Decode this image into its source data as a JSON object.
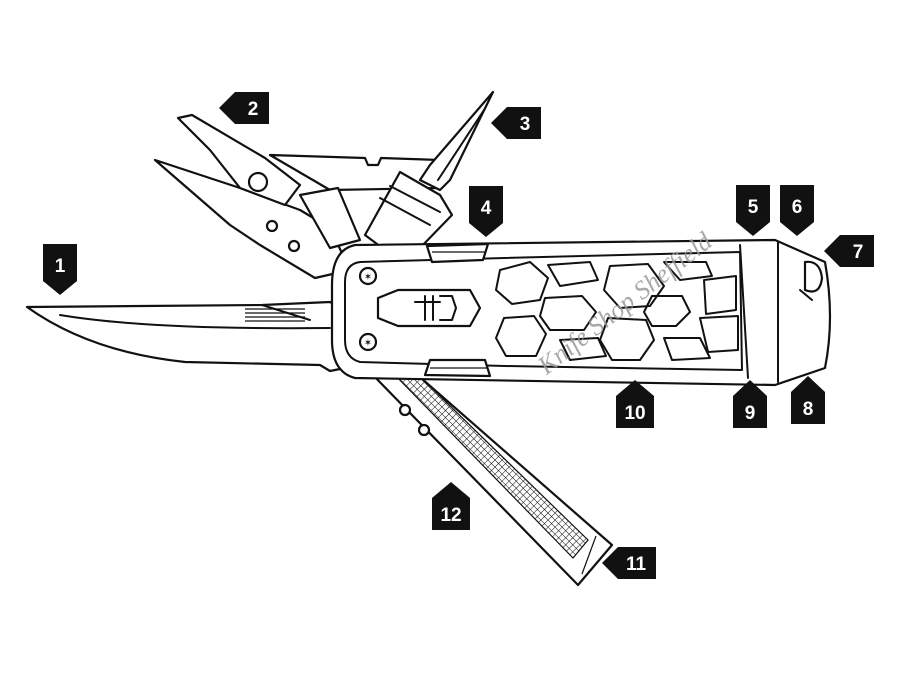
{
  "watermark": "Knife Shop Sheffield",
  "colors": {
    "line": "#111111",
    "tag_fill": "#111111",
    "tag_text": "#ffffff",
    "watermark": "#9a9a9a",
    "background": "#ffffff"
  },
  "callouts": [
    {
      "id": 1,
      "label": "1",
      "pointer": "down"
    },
    {
      "id": 2,
      "label": "2",
      "pointer": "left"
    },
    {
      "id": 3,
      "label": "3",
      "pointer": "left"
    },
    {
      "id": 4,
      "label": "4",
      "pointer": "down"
    },
    {
      "id": 5,
      "label": "5",
      "pointer": "down"
    },
    {
      "id": 6,
      "label": "6",
      "pointer": "down"
    },
    {
      "id": 7,
      "label": "7",
      "pointer": "left"
    },
    {
      "id": 8,
      "label": "8",
      "pointer": "up"
    },
    {
      "id": 9,
      "label": "9",
      "pointer": "up"
    },
    {
      "id": 10,
      "label": "10",
      "pointer": "up"
    },
    {
      "id": 11,
      "label": "11",
      "pointer": "left"
    },
    {
      "id": 12,
      "label": "12",
      "pointer": "up"
    }
  ]
}
